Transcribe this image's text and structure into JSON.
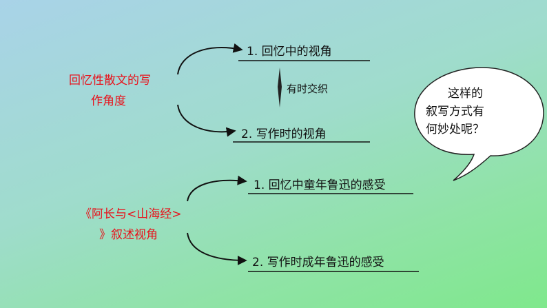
{
  "section1": {
    "title_line1": "回忆性散文的写",
    "title_line2": "作角度",
    "item1": "1. 回忆中的视角",
    "item2": "2. 写作时的视角",
    "middle_note": "有时交织"
  },
  "section2": {
    "title_line1": "《阿长与<山海经>",
    "title_line2": "》叙述视角",
    "item1": "1. 回忆中童年鲁迅的感受",
    "item2": "2. 写作时成年鲁迅的感受"
  },
  "bubble": {
    "line1": "这样的",
    "line2": "叙写方式有",
    "line3": "何妙处呢？"
  },
  "colors": {
    "accent_red": "#e8121b",
    "text": "#111111"
  }
}
